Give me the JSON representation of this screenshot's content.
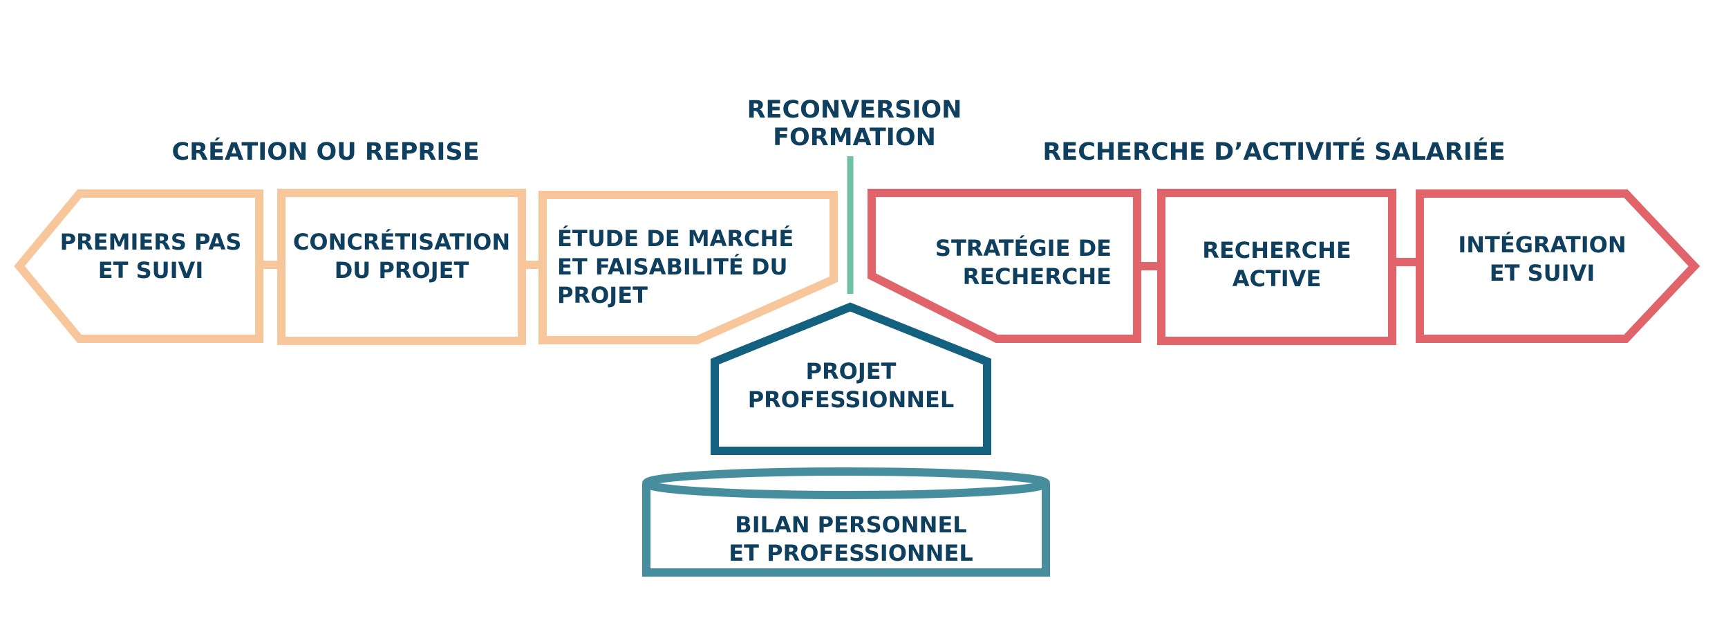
{
  "headings": {
    "creation": "CRÉATION OU REPRISE",
    "reconversion_line1": "RECONVERSION",
    "reconversion_line2": "FORMATION",
    "recherche": "RECHERCHE D’ACTIVITÉ SALARIÉE"
  },
  "creation_steps": [
    {
      "line1": "PREMIERS PAS",
      "line2": "ET SUIVI"
    },
    {
      "line1": "CONCRÉTISATION",
      "line2": "DU PROJET"
    },
    {
      "line1": "ÉTUDE DE MARCHÉ",
      "line2": "ET FAISABILITÉ DU",
      "line3": "PROJET"
    }
  ],
  "recherche_steps": [
    {
      "line1": "STRATÉGIE DE",
      "line2": "RECHERCHE"
    },
    {
      "line1": "RECHERCHE",
      "line2": "ACTIVE"
    },
    {
      "line1": "INTÉGRATION",
      "line2": "ET SUIVI"
    }
  ],
  "projet": {
    "line1": "PROJET",
    "line2": "PROFESSIONNEL"
  },
  "bilan": {
    "line1": "BILAN PERSONNEL",
    "line2": "ET PROFESSIONNEL"
  },
  "colors": {
    "creation": "#f7c79b",
    "recherche": "#e0646a",
    "projet": "#13607f",
    "bilan": "#468e9d",
    "divider": "#6fc1a6",
    "text": "#0f3f5e"
  }
}
